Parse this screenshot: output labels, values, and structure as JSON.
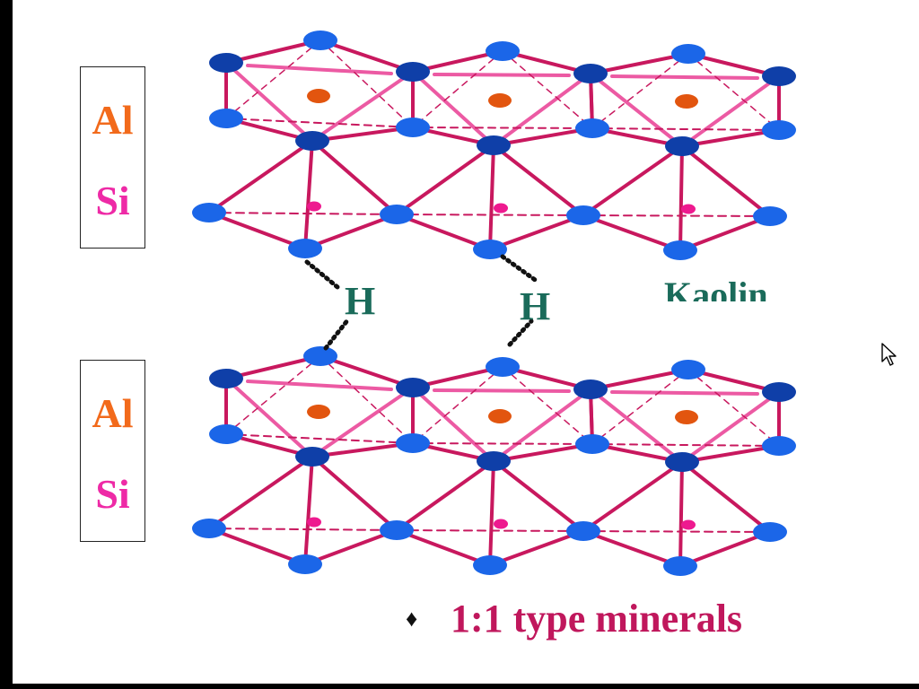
{
  "layers": [
    {
      "al": "Al",
      "si": "Si"
    },
    {
      "al": "Al",
      "si": "Si"
    }
  ],
  "bond_labels": [
    "H",
    "H"
  ],
  "mineral_name": "Kaolin",
  "caption": {
    "bullet": "♦",
    "text": "1:1 type minerals"
  },
  "colors": {
    "al": "#f26a1b",
    "si": "#ee2aa6",
    "hydrogen": "#1a6b5a",
    "caption": "#c0175c",
    "bond_line": "#c8185e",
    "bond_light": "#ec5aa3",
    "oxygen": "#1b66e8",
    "oxygen_dark": "#0f3fa8",
    "al_atom": "#e2550f",
    "si_atom": "#ee1a8f",
    "h_bond": "#111111"
  },
  "icons": {
    "bullet": "diamond-bullet-icon",
    "cursor": "mouse-pointer-icon"
  }
}
